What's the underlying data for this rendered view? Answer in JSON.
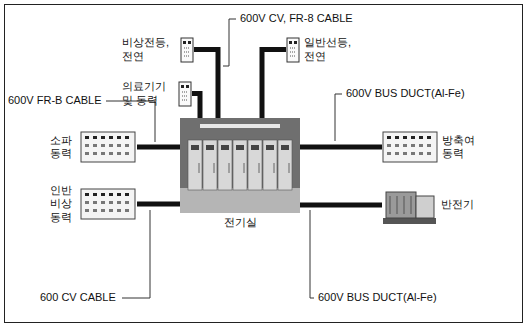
{
  "diagram": {
    "nodes": [
      {
        "text": [
          "비상전등, 전연"
        ]
      },
      {
        "text": [
          "일반선등, 전연"
        ]
      },
      {
        "text": [
          "의료기기 및 동력"
        ]
      },
      {
        "text": [
          "소파 동력"
        ]
      },
      {
        "text": [
          "방축여 동력"
        ]
      },
      {
        "text": [
          "전기실"
        ]
      },
      {
        "text": [
          "인반 비상 동력"
        ]
      },
      {
        "text": [
          "반전기"
        ]
      }
    ],
    "edges": [
      {
        "from": 0,
        "to": 5,
        "arrow": "none"
      },
      {
        "from": 1,
        "to": 5,
        "arrow": "none"
      },
      {
        "from": 2,
        "to": 5,
        "arrow": "none"
      },
      {
        "from": 3,
        "to": 5,
        "arrow": "none"
      },
      {
        "from": 4,
        "to": 5,
        "arrow": "none"
      },
      {
        "from": 6,
        "to": 5,
        "arrow": "none"
      },
      {
        "from": 7,
        "to": 5,
        "arrow": "none"
      }
    ],
    "labels": [
      "600V CV, FR-8 CABLE",
      "600V FR-B CABLE",
      "600V BUS DUCT(Al-Fe)",
      "600 CV CABLE",
      "600V BUS DUCT(Al-Fe)"
    ]
  }
}
